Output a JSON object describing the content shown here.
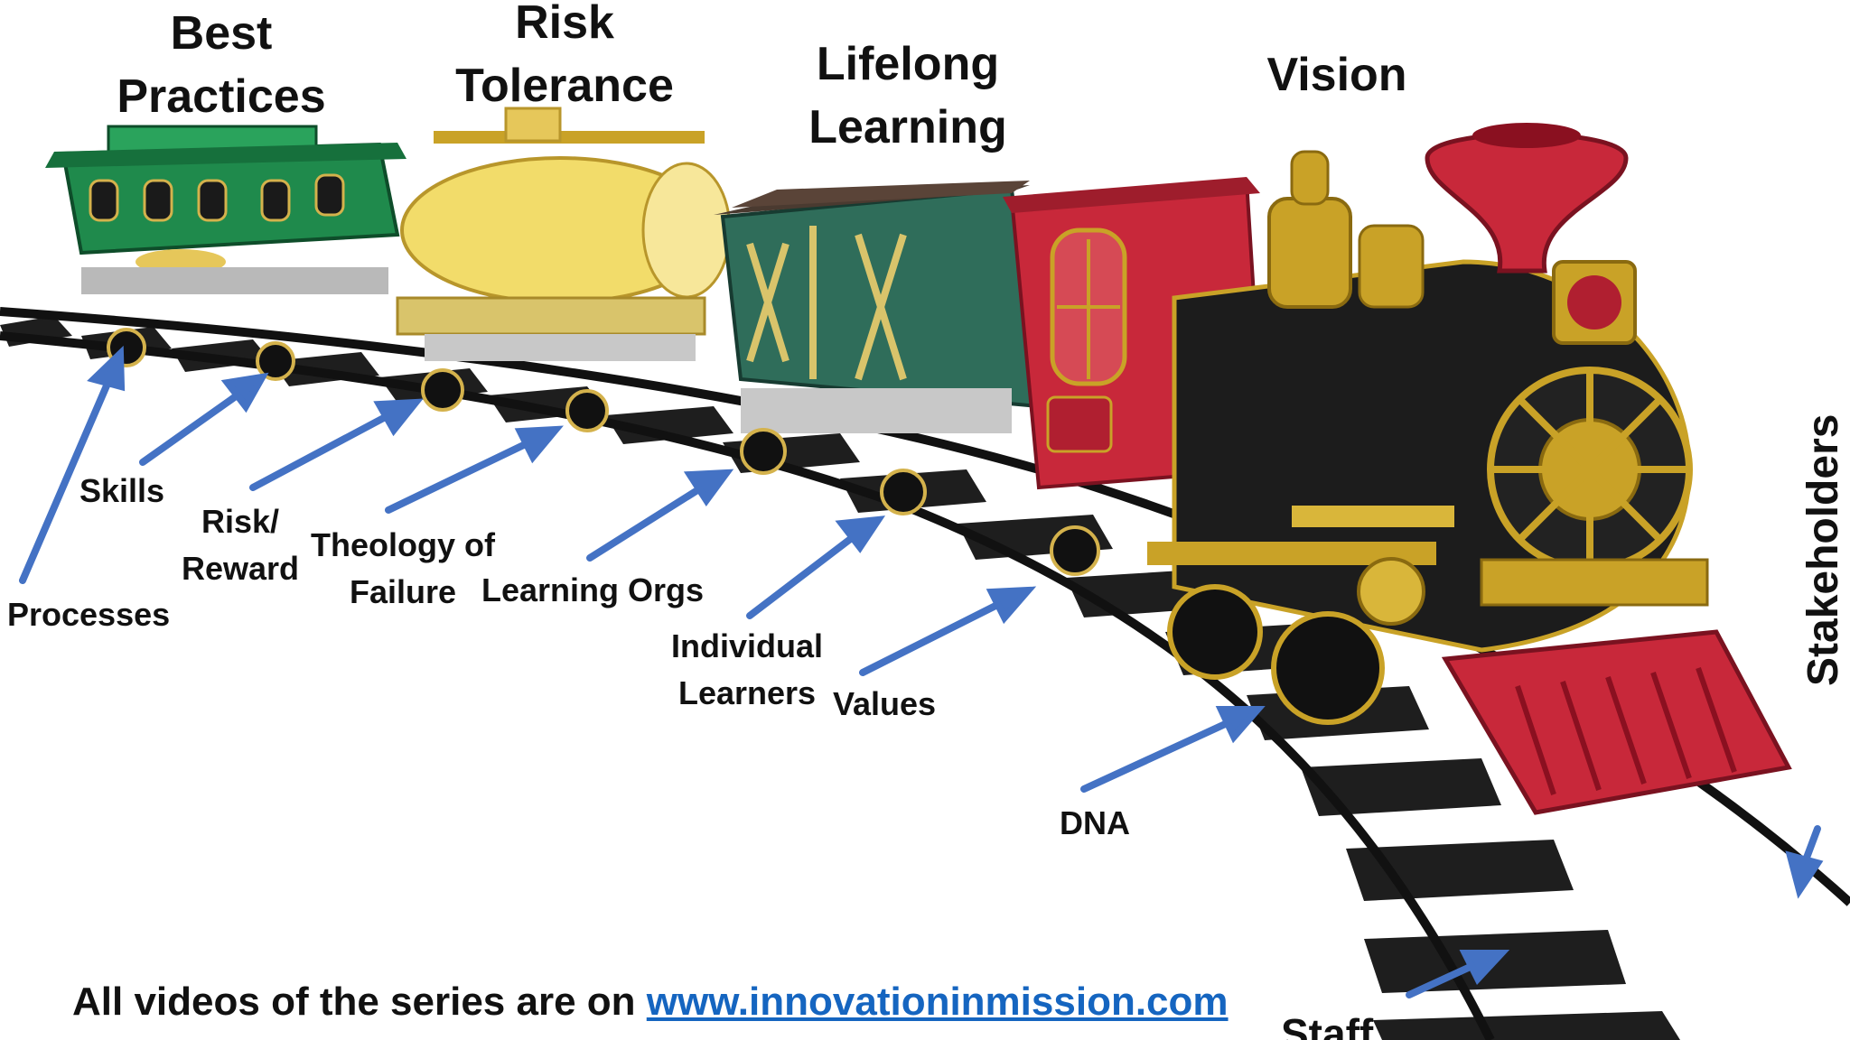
{
  "headers": {
    "best_practices": [
      "Best",
      "Practices"
    ],
    "risk_tolerance": [
      "Risk",
      "Tolerance"
    ],
    "lifelong_learning": [
      "Lifelong",
      "Learning"
    ],
    "vision": "Vision"
  },
  "labels": {
    "processes": "Processes",
    "skills": "Skills",
    "risk_reward": [
      "Risk/",
      "Reward"
    ],
    "theology_of_failure": [
      "Theology of",
      "Failure"
    ],
    "learning_orgs": "Learning Orgs",
    "individual_learners": [
      "Individual",
      "Learners"
    ],
    "values": "Values",
    "dna": "DNA",
    "stakeholders": "Stakeholders",
    "staff": "Staff"
  },
  "footer": {
    "text": "All videos of the series are on ",
    "link": "www.innovationinmission.com"
  },
  "colors": {
    "arrow": "#4472c4",
    "link": "#1565c0",
    "caboose": "#1f8a4c",
    "tanker": "#f2dc6a",
    "boxcar": "#2f6d5a",
    "cab": "#c8283a",
    "engine": "#1c1c1c",
    "gold": "#c9a227",
    "track": "#222222"
  }
}
